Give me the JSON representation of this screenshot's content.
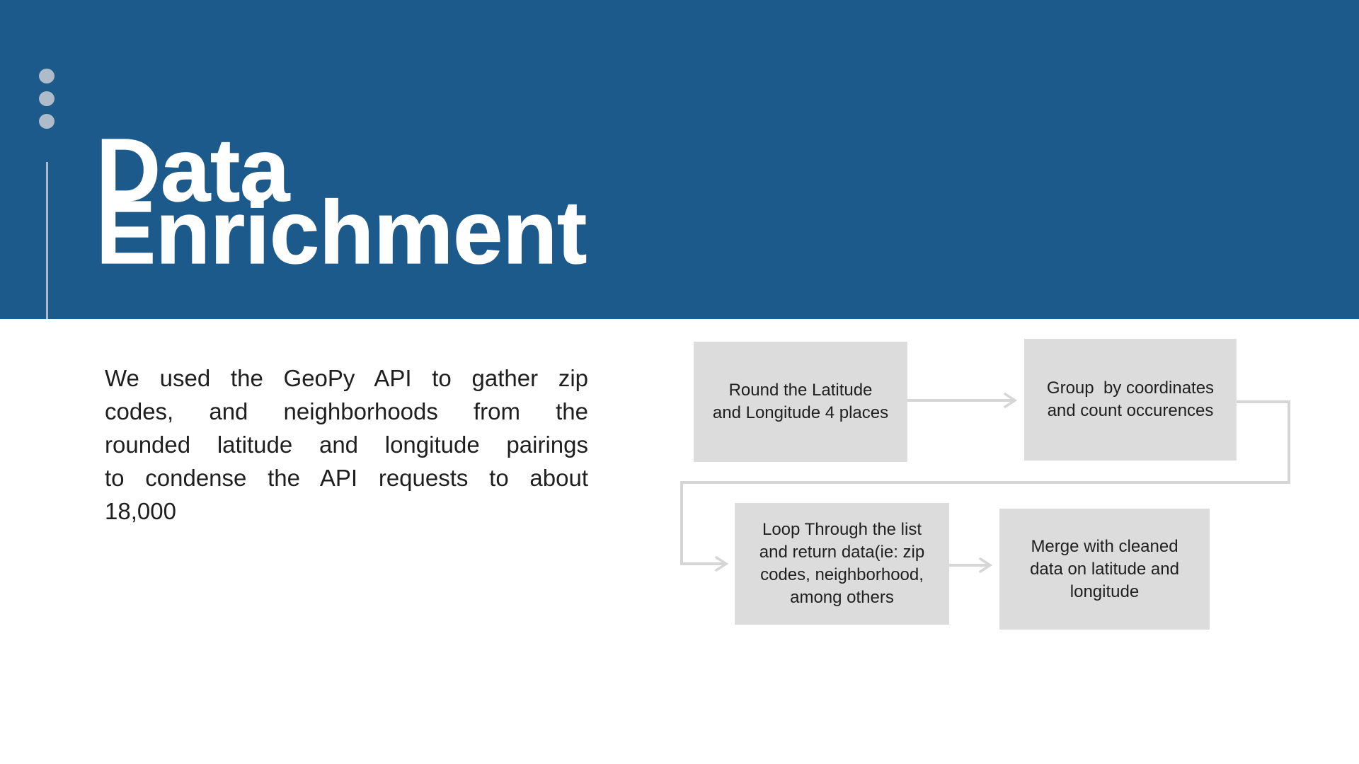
{
  "slide": {
    "title": "Data\nEnrichment",
    "body_paragraph": "We used the GeoPy API to gather zip\ncodes, and neighborhoods from the\nrounded latitude and longitude pairings\nto condense the API requests to about\n18,000"
  },
  "flowchart": {
    "steps": [
      {
        "label": "Round the Latitude\nand Longitude 4 places"
      },
      {
        "label": "Group  by coordinates\nand count occurences"
      },
      {
        "label": "Loop Through the list\nand return data(ie: zip\ncodes, neighborhood,\namong others"
      },
      {
        "label": "Merge with cleaned\ndata on latitude and\nlongitude"
      }
    ],
    "connections": [
      {
        "from": "round-latitude",
        "to": "group-coordinates"
      },
      {
        "from": "group-coordinates",
        "to": "loop-list"
      },
      {
        "from": "loop-list",
        "to": "merge-cleaned"
      }
    ]
  },
  "colors": {
    "header_blue": "#1d5a8c",
    "accent_gray": "#aebbc8",
    "box_fill": "#dcdcdc",
    "connector_gray": "#d6d6d6",
    "text_dark": "#1f1f1f",
    "title_white": "#ffffff"
  }
}
